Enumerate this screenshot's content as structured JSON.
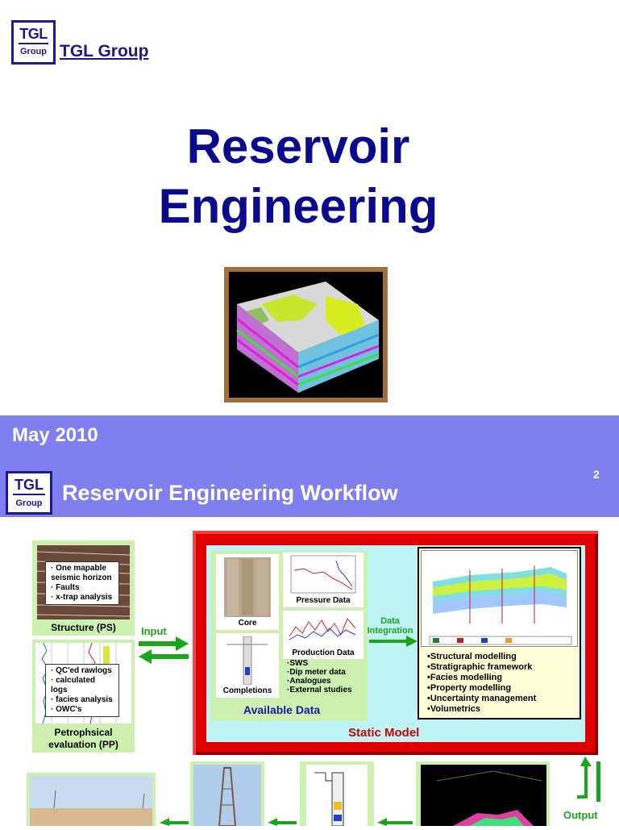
{
  "header": {
    "logo_text": "TGL",
    "logo_sub": "Group",
    "company": "TGL Group"
  },
  "title": {
    "line1": "Reservoir",
    "line2": "Engineering"
  },
  "footer": {
    "date": "May 2010"
  },
  "slide2": {
    "page_number": "2",
    "logo_text": "TGL",
    "logo_sub": "Group",
    "title": "Reservoir Engineering Workflow",
    "structure": {
      "bullets": [
        "· One mapable",
        "seismic horizon",
        "· Faults",
        "· x-trap analysis"
      ],
      "label": "Structure (PS)"
    },
    "petro": {
      "bullets": [
        "· QC'ed rawlogs",
        "· calculated logs",
        "· facies analysis",
        "· OWC's"
      ],
      "label1": "Petrophsical",
      "label2": "evaluation (PP)"
    },
    "input_label": "Input",
    "available": {
      "core": "Core",
      "completions": "Completions",
      "pressure": "Pressure Data",
      "production": "Production Data",
      "other": [
        "·SWS",
        "·Dip meter data",
        "·Analogues",
        "·External studies"
      ],
      "title": "Available Data"
    },
    "integration": [
      "Data",
      "Integration"
    ],
    "model_items": [
      "•Structural modelling",
      "•Stratigraphic framework",
      "•Facies modelling",
      "•Property modelling",
      "•Uncertainty management",
      "•Volumetrics"
    ],
    "static_model": "Static Model",
    "output_label": "Output"
  },
  "colors": {
    "title_blue": "#0a0a8c",
    "band": "#7f7fef",
    "arrow_green": "#1aa51a",
    "frame_red": "#e00000",
    "panel_green": "#ccf0b0"
  }
}
